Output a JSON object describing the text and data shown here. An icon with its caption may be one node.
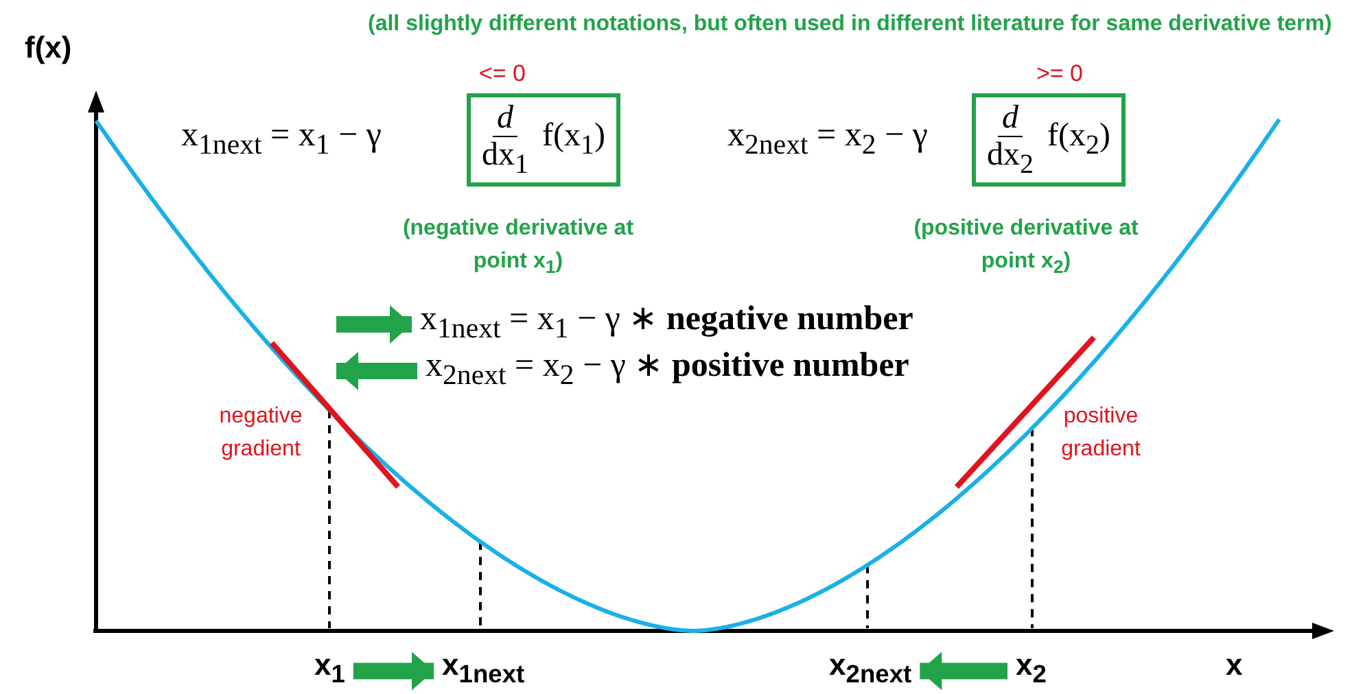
{
  "diagram": {
    "nodes": [
      {
        "text": [
          "d",
          "dx$_{1}$",
          "f(x$_{1}$)"
        ],
        "beside": [
          "<= 0",
          "(negative derivative at point x$_{1}$)"
        ]
      },
      {
        "text": [
          "d",
          "dx$_{2}$",
          "f(x$_{2}$)"
        ],
        "beside": [
          ">= 0",
          "(positive derivative at point x$_{2}$)"
        ]
      },
      {
        "text": [
          "x$_{1next}$ = x$_{1}$ − γ  ∗ **negative number**"
        ]
      },
      {
        "text": [
          "x$_{2next}$ = x$_{2}$ − γ  ∗ **positive number**"
        ]
      },
      {
        "text": [
          "x$_{1}$"
        ]
      },
      {
        "text": [
          "x$_{1next}$"
        ]
      },
      {
        "text": [
          "x$_{2next}$"
        ]
      },
      {
        "text": [
          "x$_{2}$"
        ]
      }
    ],
    "edges": [
      {
        "from": null,
        "to": 2,
        "arrow": "to"
      },
      {
        "from": 3,
        "to": null,
        "arrow": "to"
      },
      {
        "from": 4,
        "to": 5,
        "arrow": "to"
      },
      {
        "from": 7,
        "to": 6,
        "arrow": "to"
      }
    ],
    "labels": [
      "(all slightly different notations, but often used in different literature for same derivative term)",
      "f(x)",
      "x$_{1next}$ = x$_{1}$ − γ",
      "x$_{2next}$ = x$_{2}$ − γ",
      "negative gradient",
      "positive gradient",
      "x"
    ]
  }
}
